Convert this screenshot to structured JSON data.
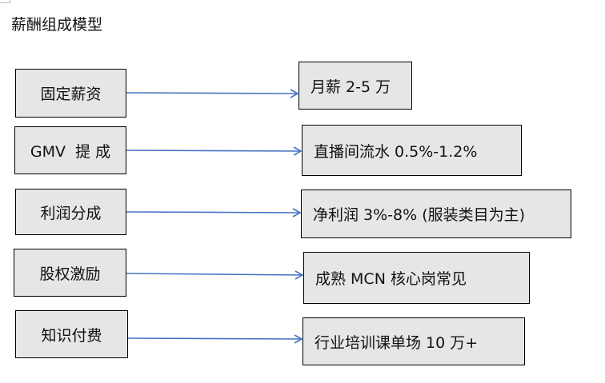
{
  "title": "薪酬组成模型",
  "colors": {
    "box_fill": "#e7e6e6",
    "arrow": "#4472c4"
  },
  "rows": [
    {
      "source": "固定薪资",
      "target": "月薪 2-5 万"
    },
    {
      "source": "GMV  提 成",
      "target": "直播间流水 0.5%-1.2%"
    },
    {
      "source": "利润分成",
      "target": "净利润 3%-8% (服装类目为主)"
    },
    {
      "source": "股权激励",
      "target": "成熟 MCN 核心岗常见"
    },
    {
      "source": "知识付费",
      "target": "行业培训课单场 10 万+"
    }
  ]
}
